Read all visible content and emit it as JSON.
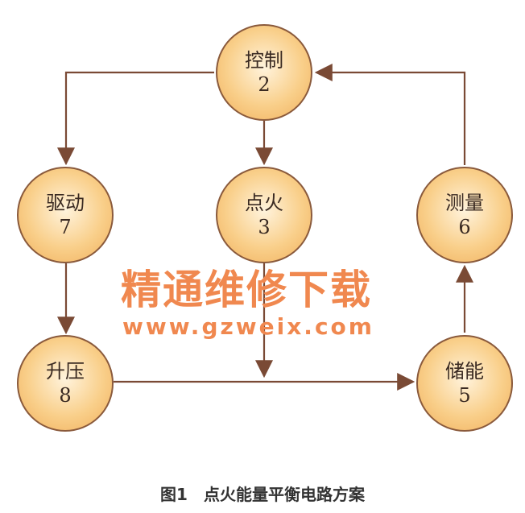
{
  "nodes": [
    {
      "label": "控制",
      "num": "2"
    },
    {
      "label": "驱动",
      "num": "7"
    },
    {
      "label": "点火",
      "num": "3"
    },
    {
      "label": "测量",
      "num": "6"
    },
    {
      "label": "升压",
      "num": "8"
    },
    {
      "label": "储能",
      "num": "5"
    }
  ],
  "watermark": {
    "title": "精通维修下载",
    "url": "www.gzweix.com"
  },
  "caption": "图1　点火能量平衡电路方案",
  "colors": {
    "line": "#7a4a35",
    "node": "#f6c27a"
  }
}
